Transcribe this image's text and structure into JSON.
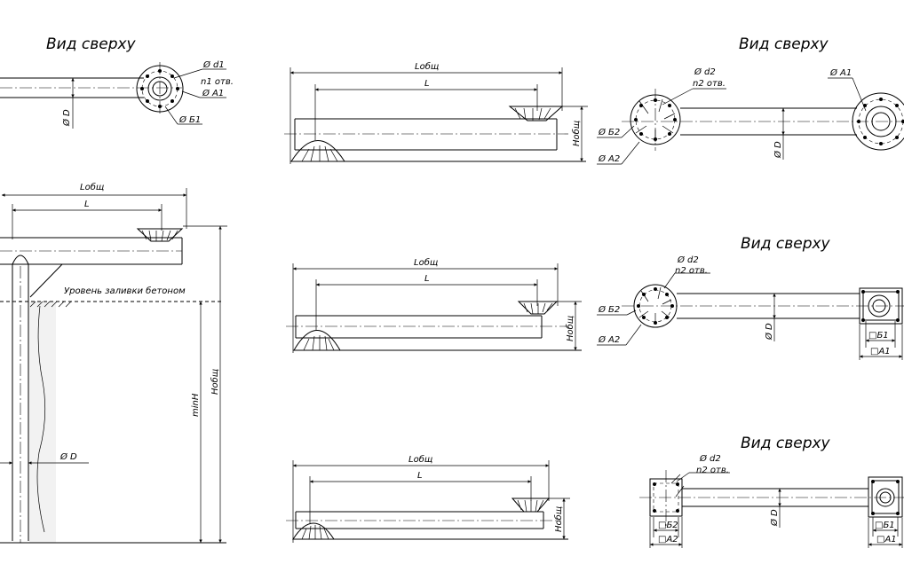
{
  "labels": {
    "view_top": "Вид сверху",
    "l_total": "Lобщ",
    "l": "L",
    "h_total": "Нобщ",
    "min_h": "minH",
    "diam_d": "Ø D",
    "diam_d1": "Ø d1",
    "n1_holes": "n1 отв.",
    "diam_a1": "Ø A1",
    "diam_b1": "Ø Б1",
    "diam_d2": "Ø d2",
    "n2_holes": "n2 отв.",
    "diam_b2": "Ø Б2",
    "diam_a2": "Ø A2",
    "sq_b1": "□Б1",
    "sq_a1": "□A1",
    "sq_b2": "□Б2",
    "sq_a2": "□A2",
    "concrete_level": "Уровень заливки бетоном"
  },
  "colors": {
    "line": "#000000",
    "background": "#ffffff",
    "hatch": "#b5b5b5"
  }
}
